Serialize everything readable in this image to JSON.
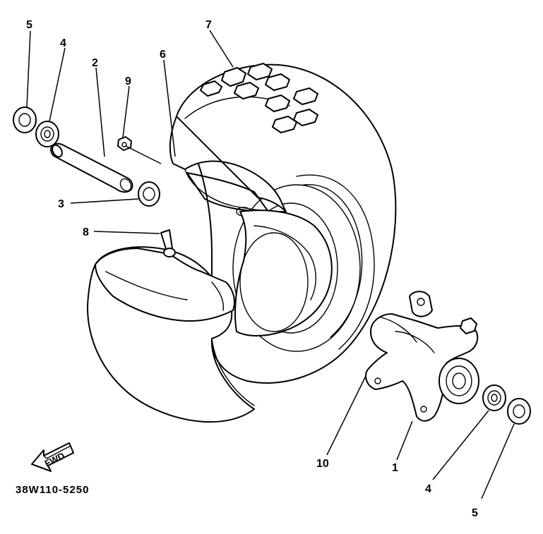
{
  "diagram": {
    "drawing_code": "38W110-5250",
    "direction_tag": "FWD",
    "callouts": [
      {
        "label": "1"
      },
      {
        "label": "2"
      },
      {
        "label": "3"
      },
      {
        "label": "4"
      },
      {
        "label": "4"
      },
      {
        "label": "5"
      },
      {
        "label": "5"
      },
      {
        "label": "6"
      },
      {
        "label": "7"
      },
      {
        "label": "8"
      },
      {
        "label": "9"
      },
      {
        "label": "10"
      }
    ]
  }
}
